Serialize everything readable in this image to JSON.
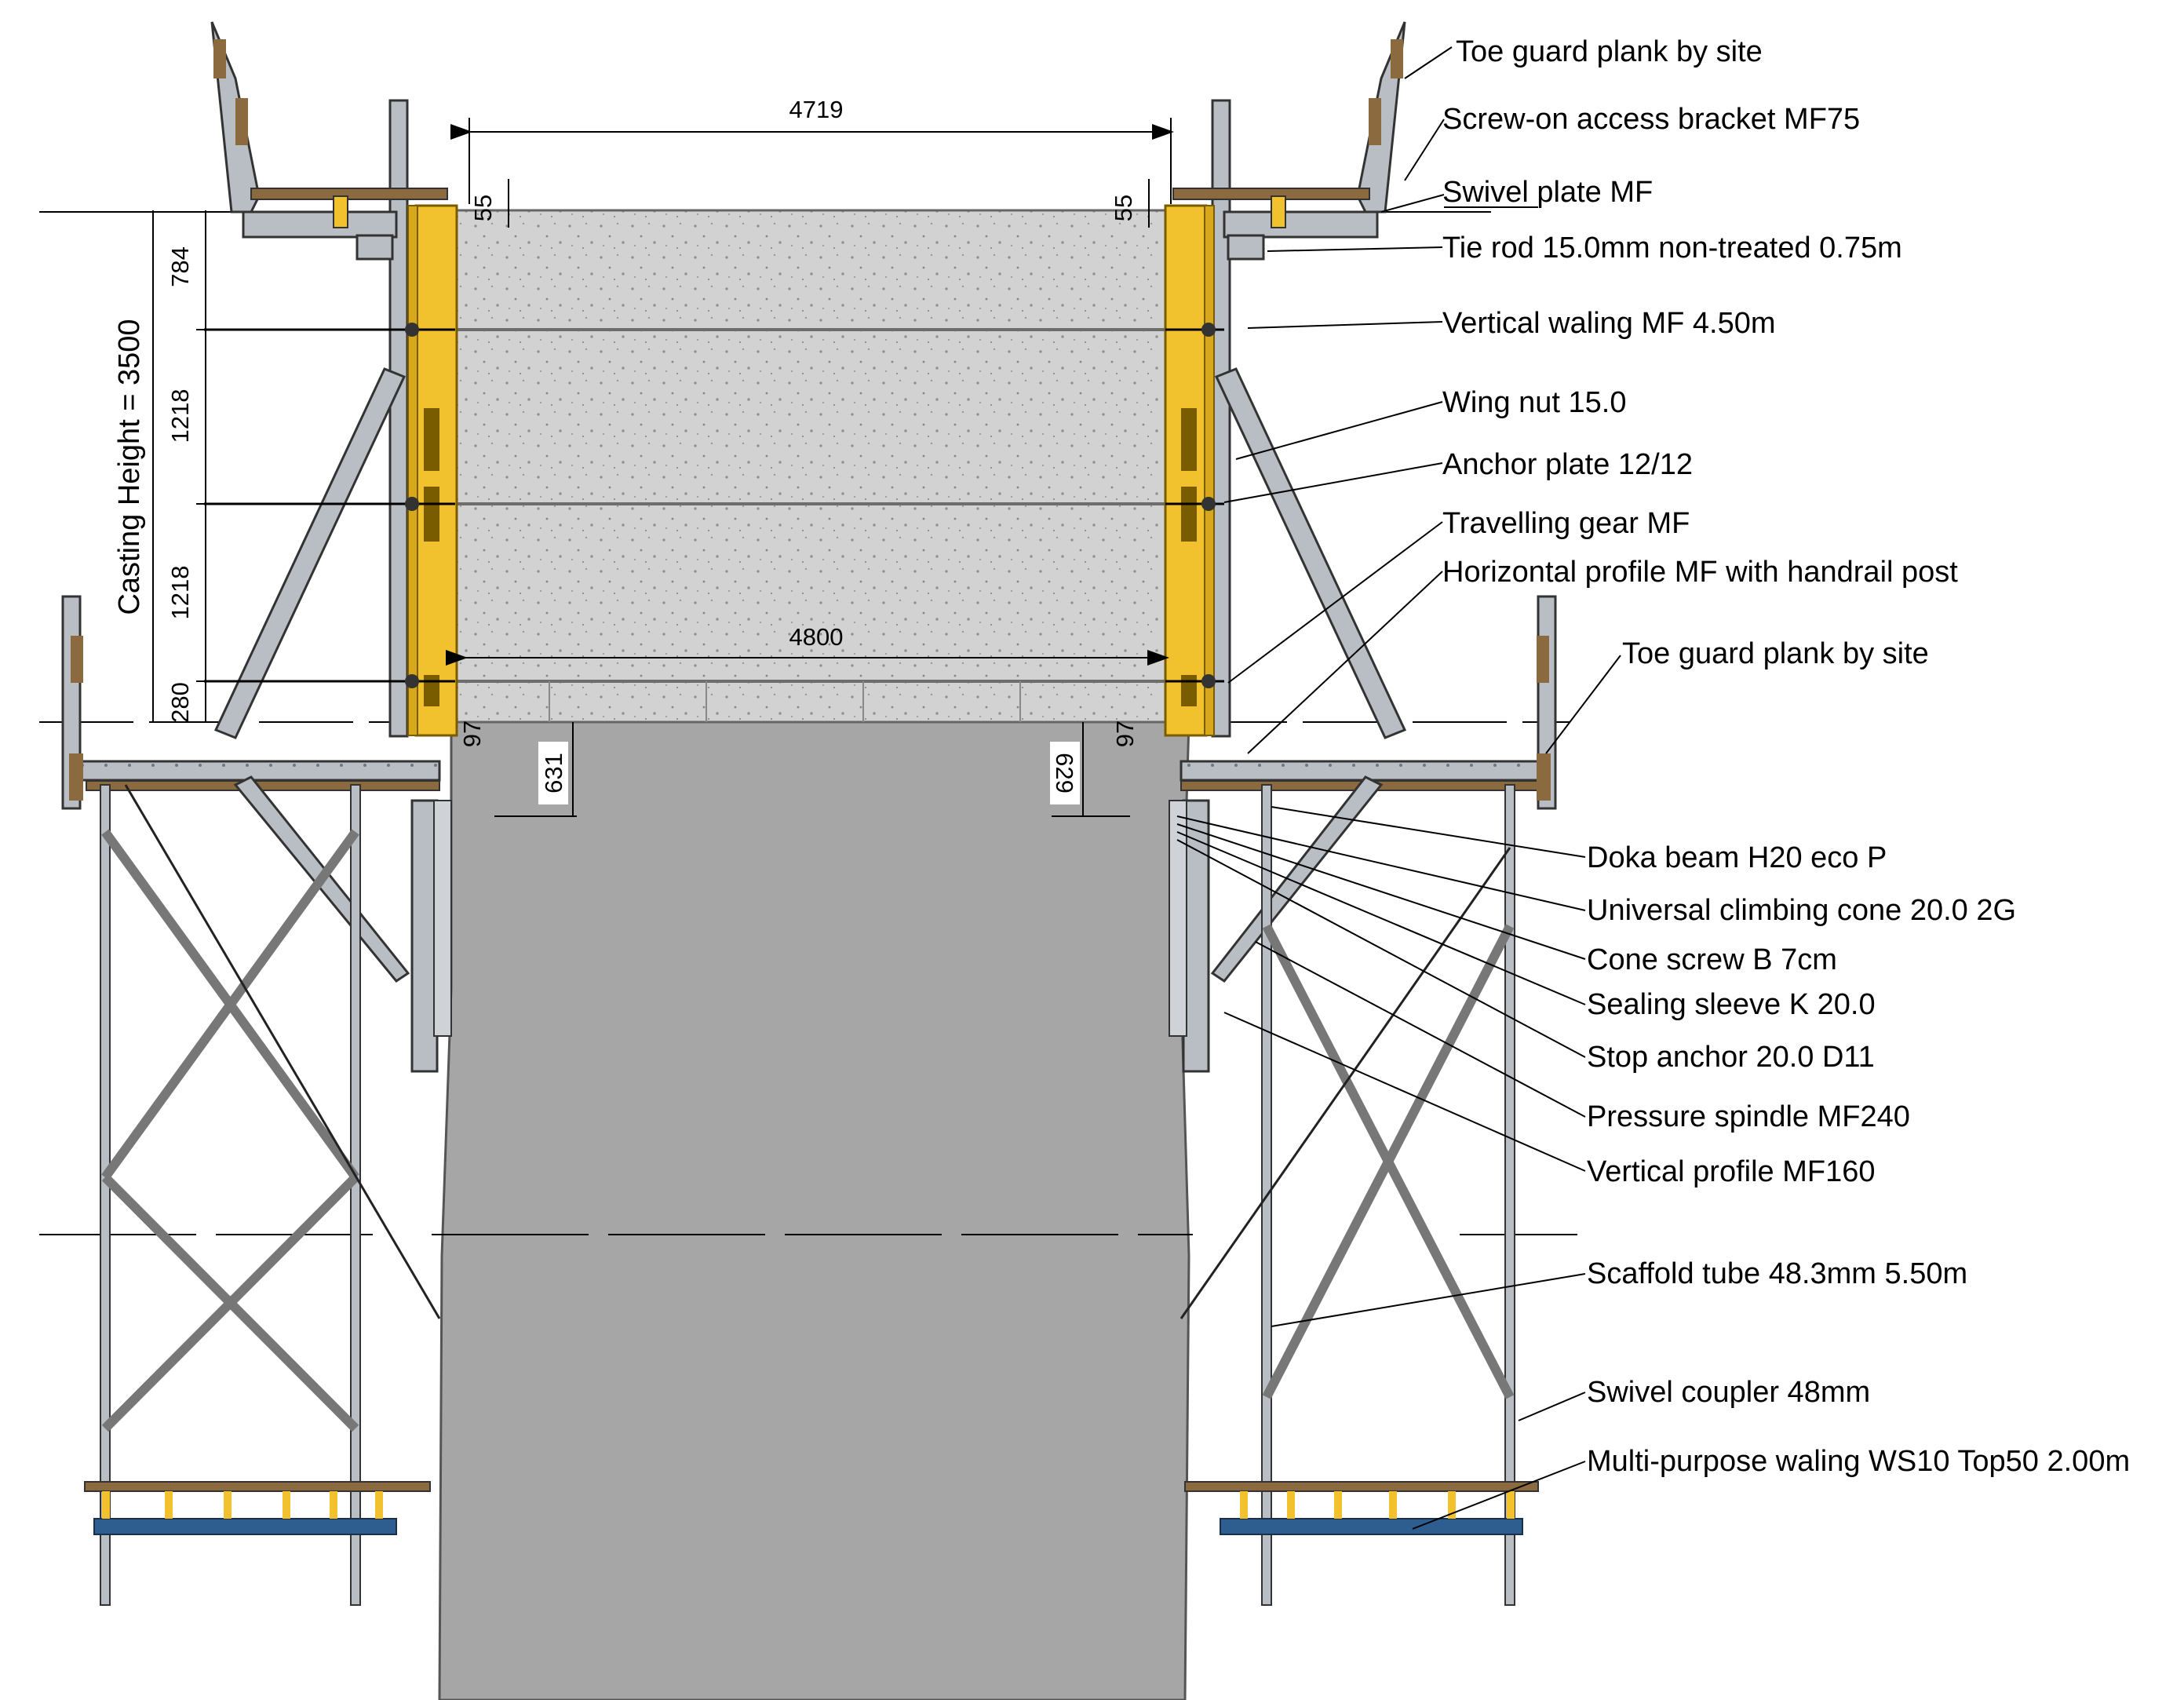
{
  "dimensions": {
    "top_width": "4719",
    "bottom_width": "4800",
    "offset_top_left": "55",
    "offset_top_right": "55",
    "seg_784": "784",
    "seg_1218_a": "1218",
    "seg_1218_b": "1218",
    "seg_280": "280",
    "casting_height": "Casting Height = 3500",
    "offset_97_left": "97",
    "offset_97_right": "97",
    "depth_631": "631",
    "depth_629": "629"
  },
  "labels": {
    "toe_guard_top": "Toe guard plank by site",
    "screw_on_bracket": "Screw-on access bracket MF75",
    "swivel_plate": "Swivel plate MF",
    "tie_rod": "Tie rod 15.0mm non-treated 0.75m",
    "vertical_waling": "Vertical waling MF 4.50m",
    "wing_nut": "Wing nut 15.0",
    "anchor_plate": "Anchor plate 12/12",
    "travelling_gear": "Travelling gear MF",
    "horizontal_profile": "Horizontal profile MF with handrail post",
    "toe_guard_mid": "Toe guard plank by site",
    "doka_beam": "Doka beam H20 eco P",
    "climbing_cone": "Universal climbing cone 20.0 2G",
    "cone_screw": "Cone screw B 7cm",
    "sealing_sleeve": "Sealing sleeve K 20.0",
    "stop_anchor": "Stop anchor 20.0 D11",
    "pressure_spindle": "Pressure spindle MF240",
    "vertical_profile": "Vertical profile MF160",
    "scaffold_tube": "Scaffold tube 48.3mm 5.50m",
    "swivel_coupler": "Swivel coupler 48mm",
    "multi_purpose_waling": "Multi-purpose waling WS10 Top50 2.00m"
  },
  "colors": {
    "concrete_new": "#cfcfcf",
    "concrete_existing": "#a6a6a6",
    "formwork_yellow": "#f2c12e",
    "steel_grey": "#b9bec4",
    "timber_brown": "#8a6a3e",
    "waling_blue": "#2e5d8f"
  }
}
